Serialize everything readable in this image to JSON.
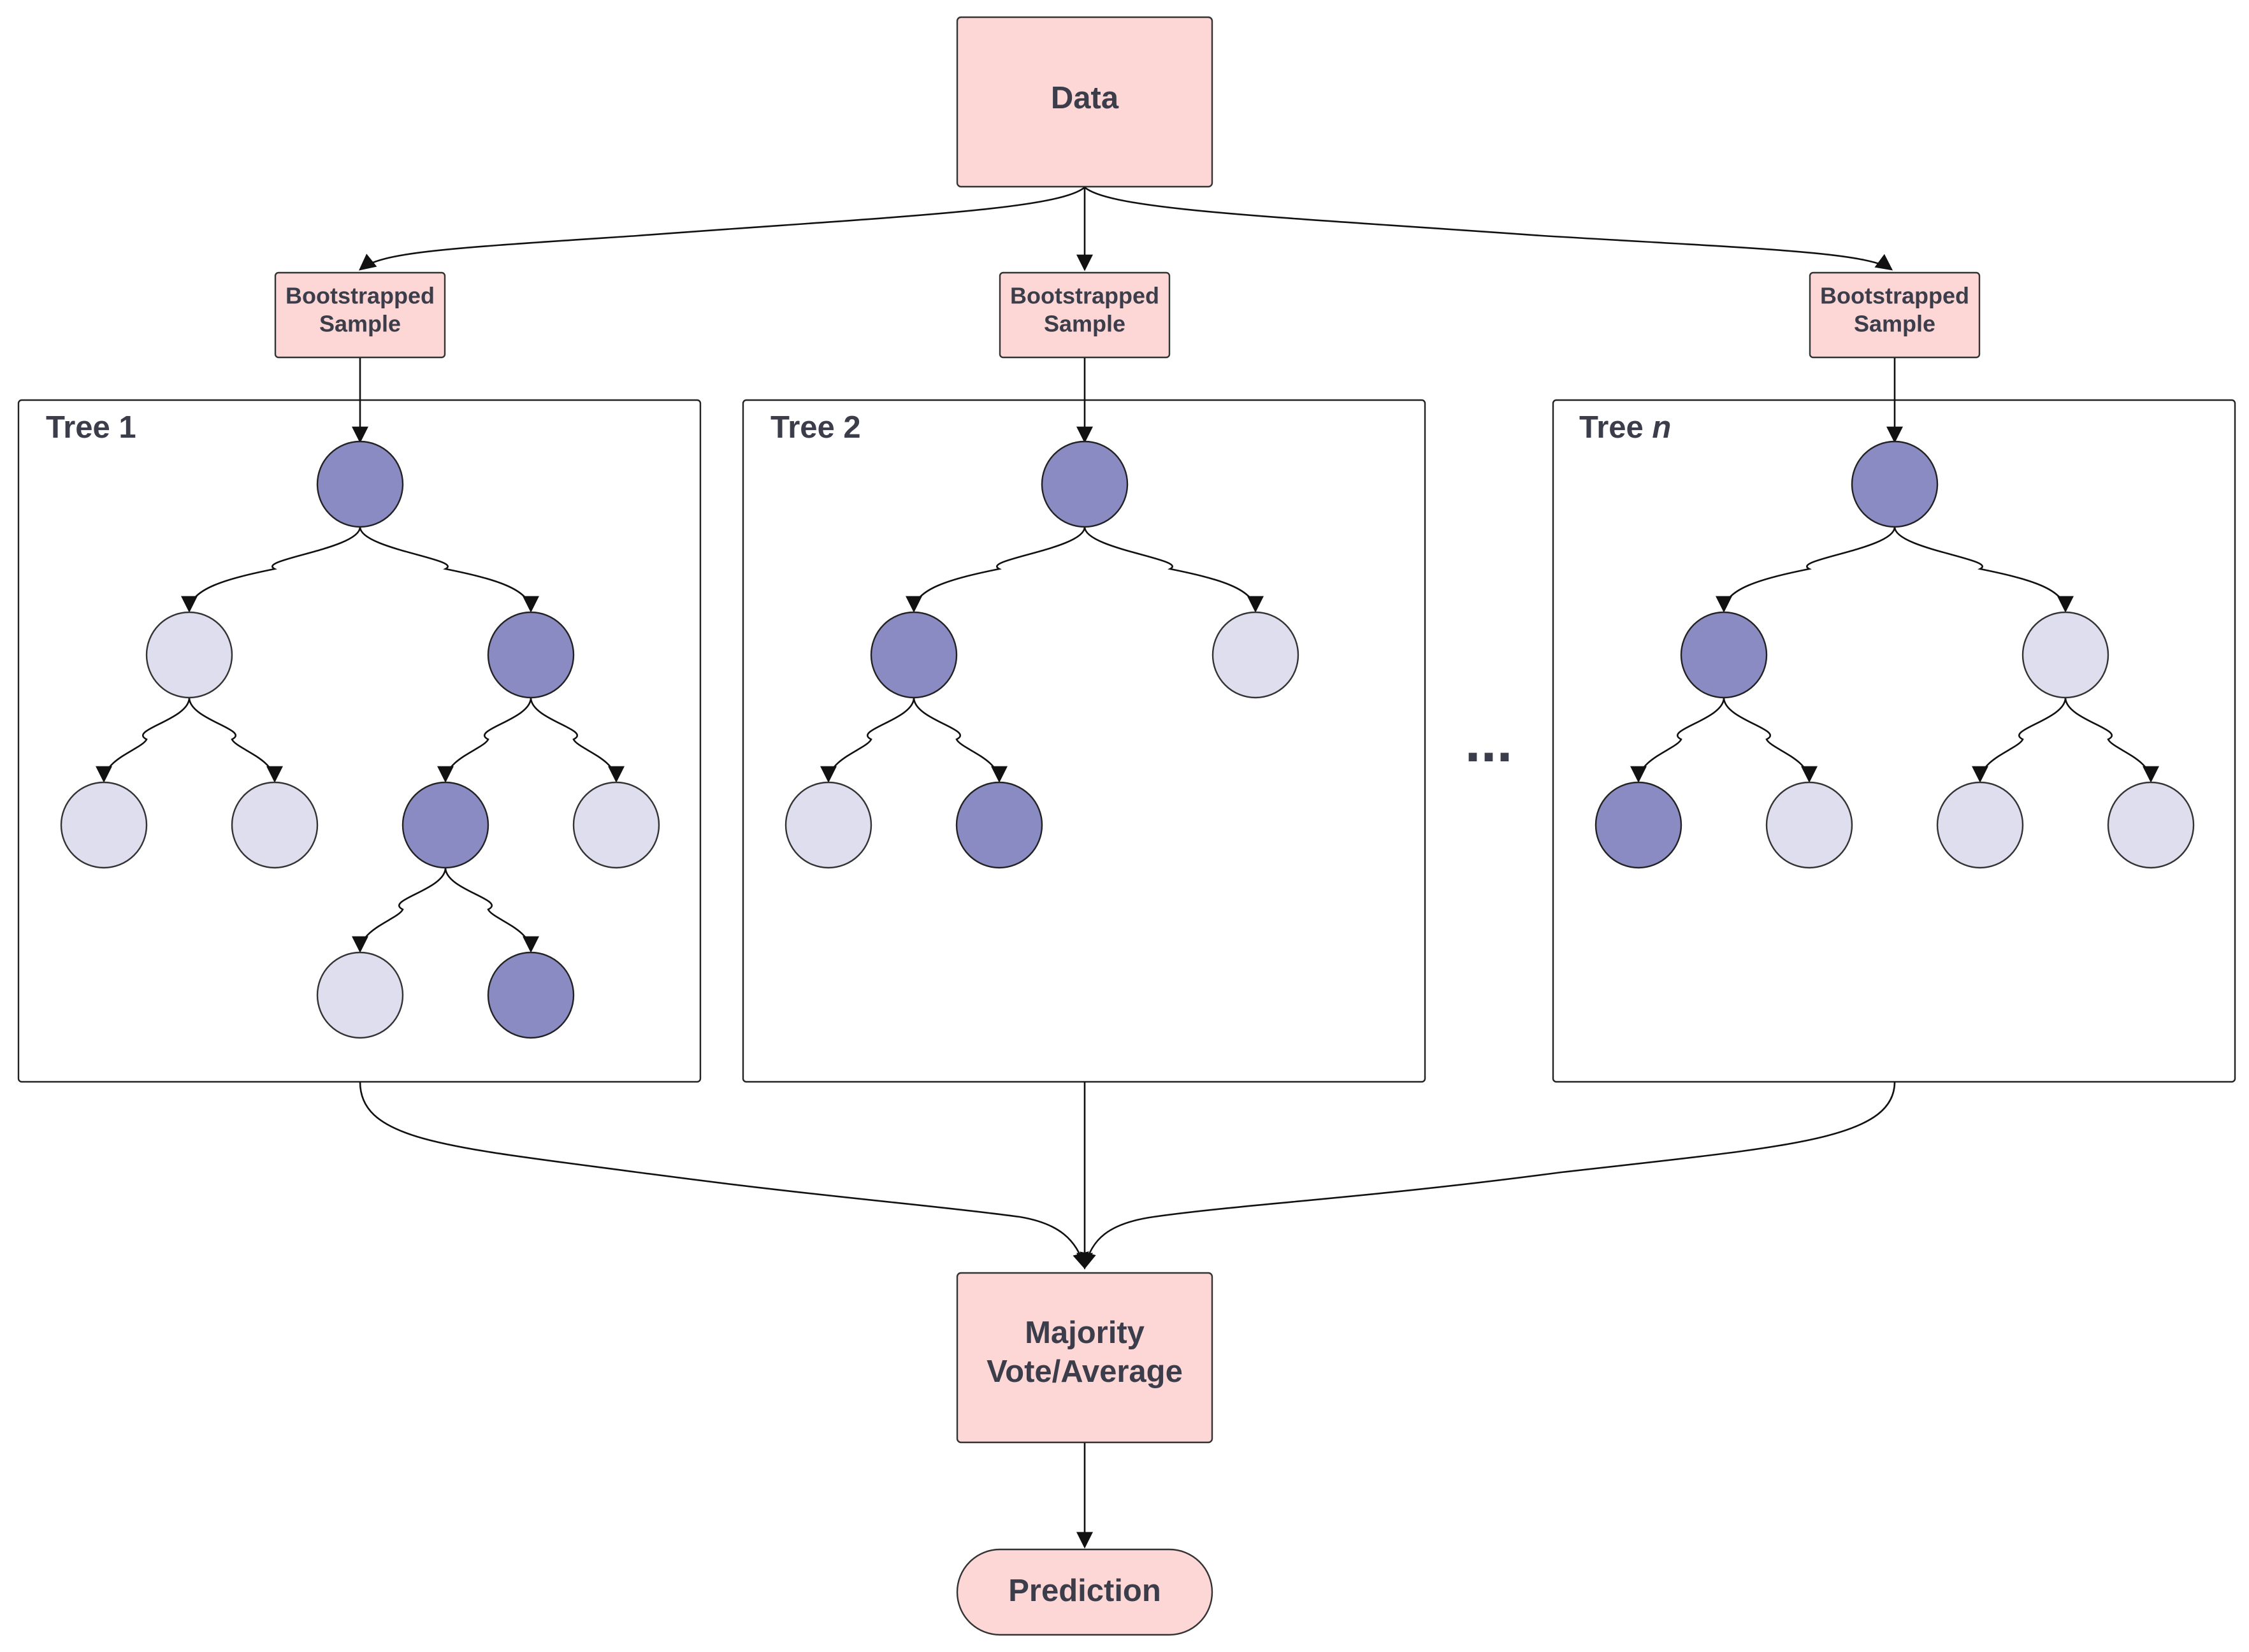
{
  "data_box": {
    "label": "Data"
  },
  "bootstrap": {
    "label_line1": "Bootstrapped",
    "label_line2": "Sample"
  },
  "trees": [
    {
      "title": "Tree 1",
      "title_suffix": ""
    },
    {
      "title": "Tree 2",
      "title_suffix": ""
    },
    {
      "title": "Tree ",
      "title_suffix": "n"
    }
  ],
  "ellipsis": "...",
  "aggregate_box": {
    "label_line1": "Majority",
    "label_line2": "Vote/Average"
  },
  "prediction_box": {
    "label": "Prediction"
  },
  "colors": {
    "box_fill": "#fdd6d6",
    "node_dark": "#8b8bc3",
    "node_light": "#dfdeee",
    "text": "#3b3e4a"
  }
}
